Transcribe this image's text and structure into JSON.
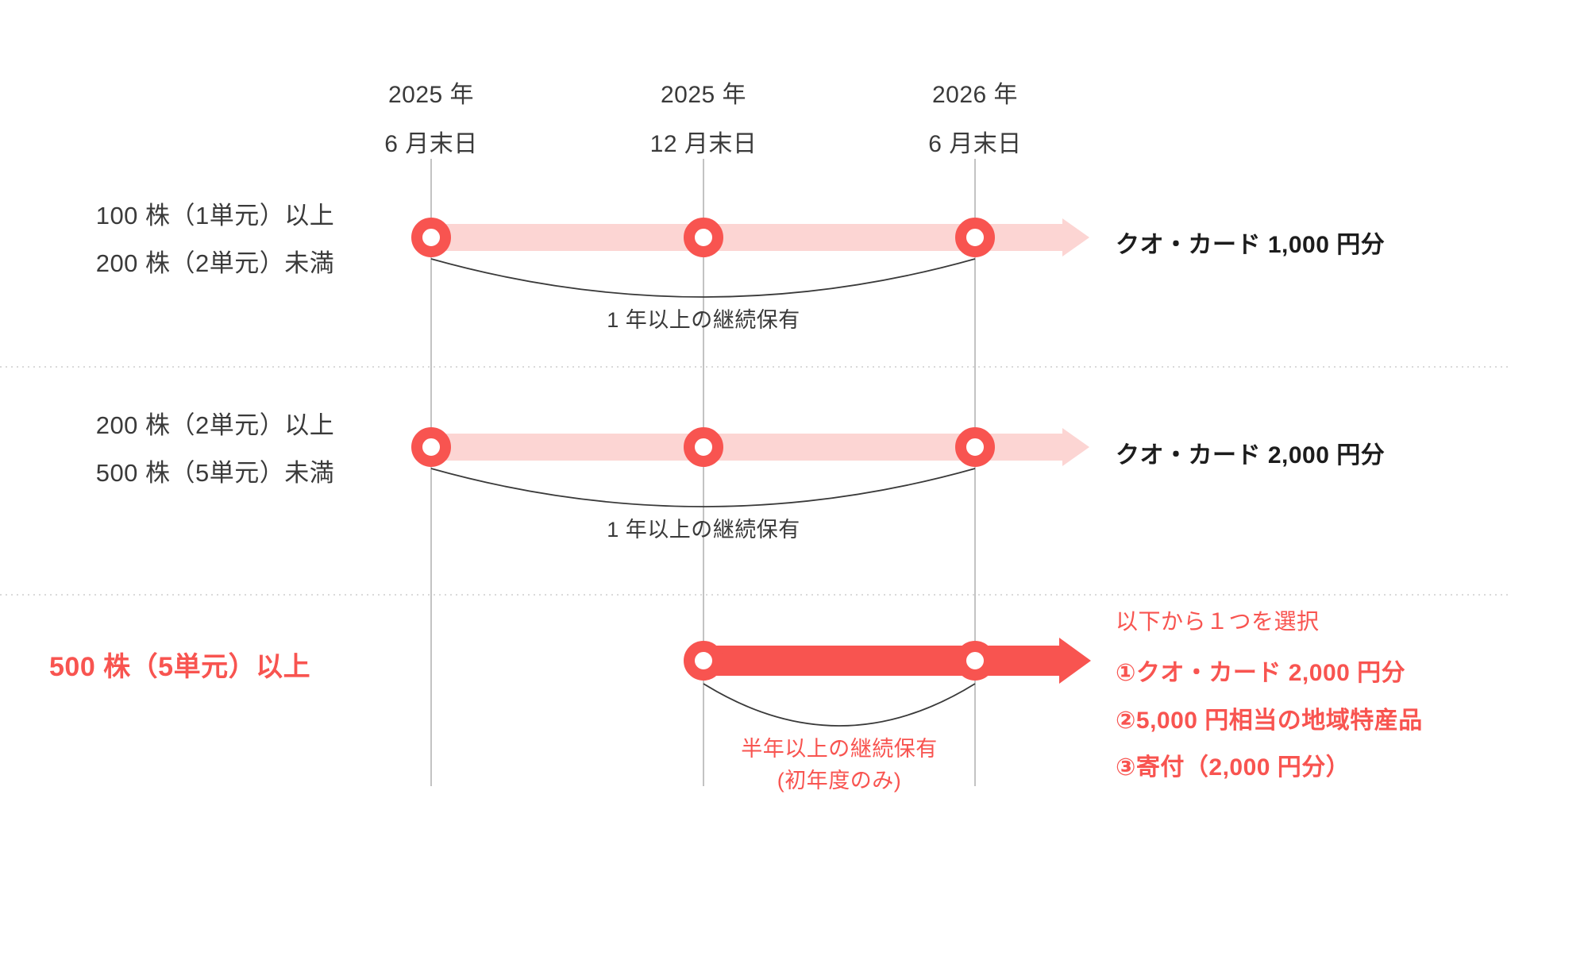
{
  "colors": {
    "red": "#f85450",
    "pink": "#fcd5d3",
    "text": "#3a3a3a",
    "gridline": "#c3c3c3",
    "separator": "#dadada"
  },
  "timeline": {
    "columns": [
      {
        "year": "2025 年",
        "date": "6 月末日"
      },
      {
        "year": "2025 年",
        "date": "12 月末日"
      },
      {
        "year": "2026 年",
        "date": "6 月末日"
      }
    ]
  },
  "tiers": [
    {
      "label_line1": "100 株（1単元）以上",
      "label_line2": "200 株（2単元）未満",
      "benefit": "クオ・カード 1,000 円分",
      "holding_note": "1 年以上の継続保有"
    },
    {
      "label_line1": "200 株（2単元）以上",
      "label_line2": "500 株（5単元）未満",
      "benefit": "クオ・カード 2,000 円分",
      "holding_note": "1 年以上の継続保有"
    },
    {
      "label": "500 株（5単元）以上",
      "holding_note_line1": "半年以上の継続保有",
      "holding_note_line2": "(初年度のみ)",
      "selection_title": "以下から１つを選択",
      "options": [
        "①クオ・カード 2,000 円分",
        "②5,000 円相当の地域特産品",
        "③寄付（2,000 円分）"
      ]
    }
  ]
}
